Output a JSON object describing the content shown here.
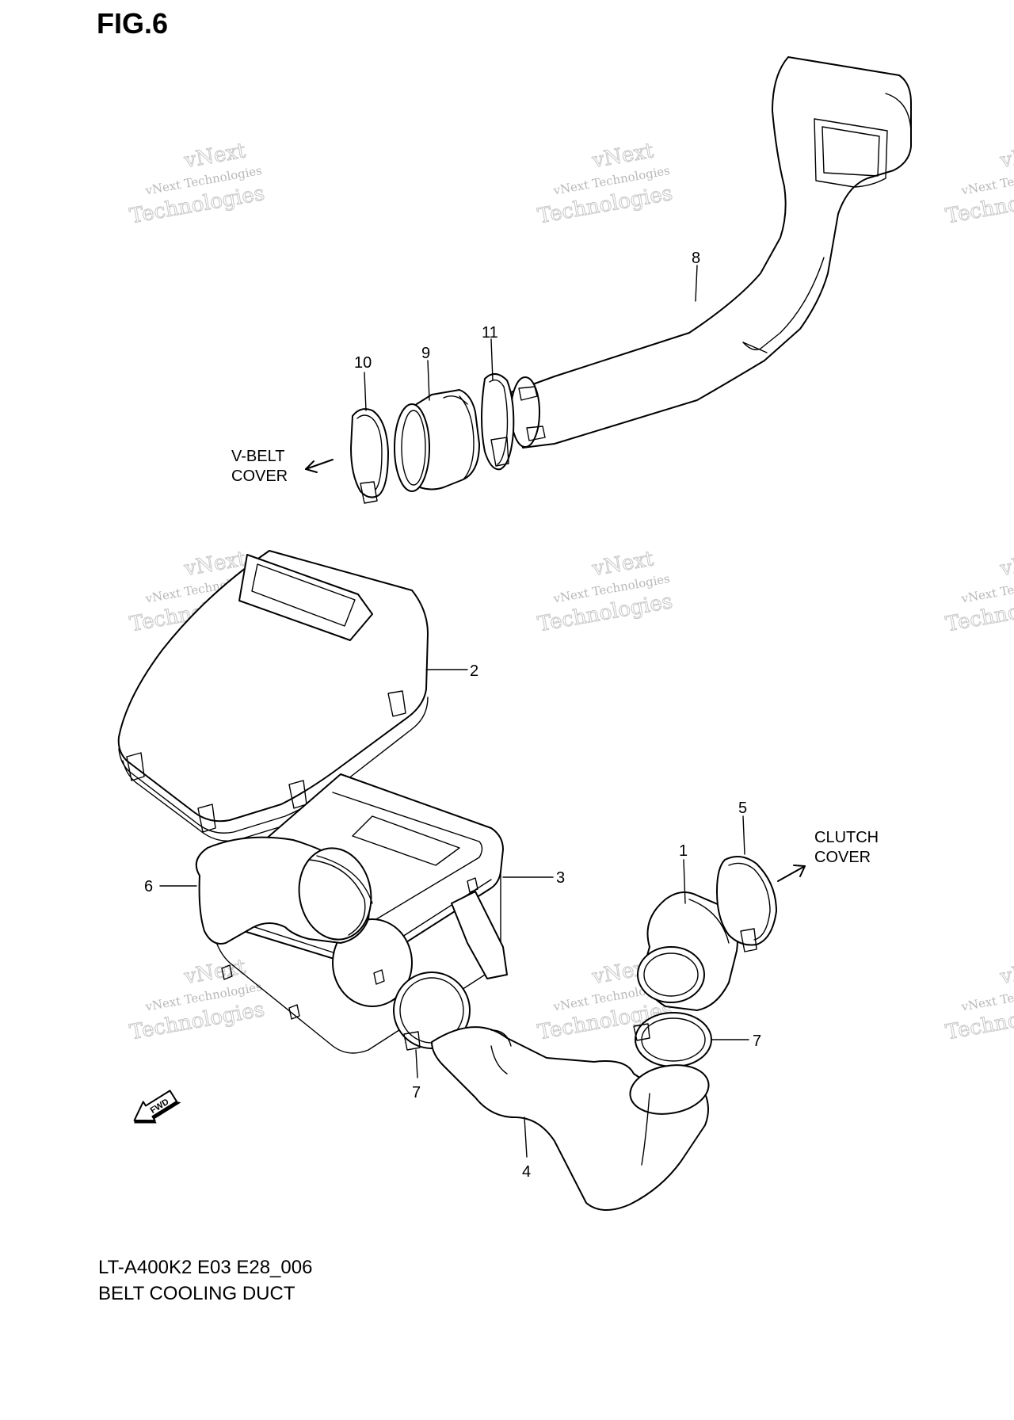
{
  "figure": {
    "title": "FIG.6"
  },
  "caption": {
    "model": "LT-A400K2 E03 E28_006",
    "name": "BELT COOLING DUCT"
  },
  "labels": {
    "v_belt_1": "V-BELT",
    "v_belt_2": "COVER",
    "clutch_1": "CLUTCH",
    "clutch_2": "COVER",
    "fwd": "FWD"
  },
  "callouts": [
    "1",
    "2",
    "3",
    "4",
    "5",
    "6",
    "7",
    "7",
    "8",
    "9",
    "10",
    "11"
  ],
  "watermark": {
    "line1": "vNext",
    "line2": "vNext Technologies",
    "line3": "Technologies"
  }
}
